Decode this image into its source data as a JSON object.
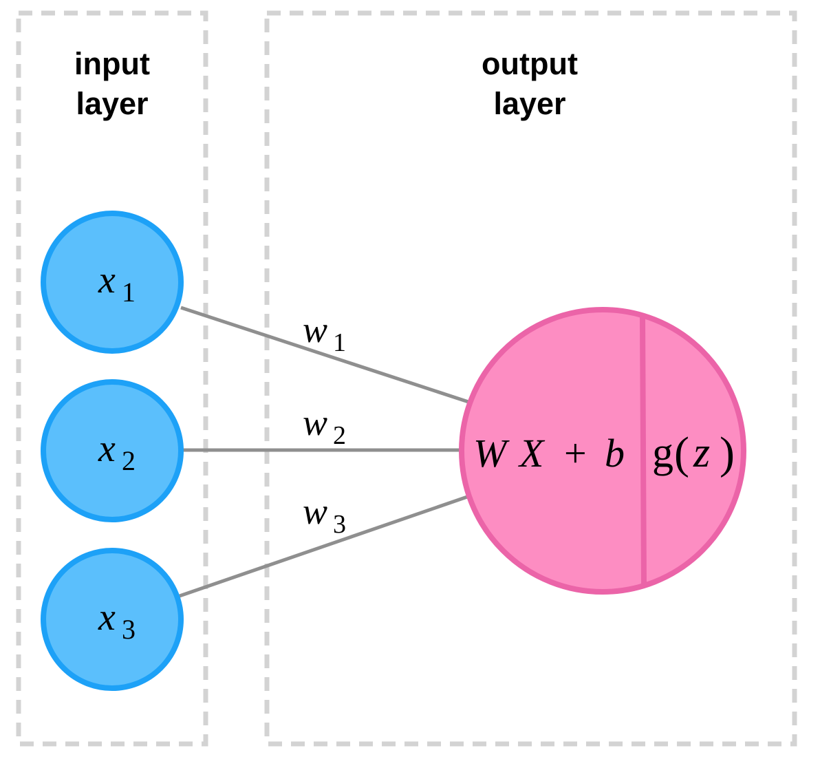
{
  "layers": {
    "input": {
      "title_line1": "input",
      "title_line2": "layer"
    },
    "output": {
      "title_line1": "output",
      "title_line2": "layer"
    }
  },
  "input_nodes": [
    {
      "var": "x",
      "sub": "1"
    },
    {
      "var": "x",
      "sub": "2"
    },
    {
      "var": "x",
      "sub": "3"
    }
  ],
  "weights": [
    {
      "var": "w",
      "sub": "1"
    },
    {
      "var": "w",
      "sub": "2"
    },
    {
      "var": "w",
      "sub": "3"
    }
  ],
  "output_node": {
    "sum": {
      "W": "W",
      "X": "X",
      "plus": "+",
      "b": "b"
    },
    "activation": {
      "g": "g",
      "open": "(",
      "z": "z",
      "close": ")"
    }
  },
  "colors": {
    "input_fill": "#5BBFFC",
    "input_stroke": "#1DA1F7",
    "output_fill": "#FD8DC2",
    "output_stroke": "#EB64A8",
    "edge": "#8F8F8F",
    "panel_border": "#D3D3D3"
  }
}
